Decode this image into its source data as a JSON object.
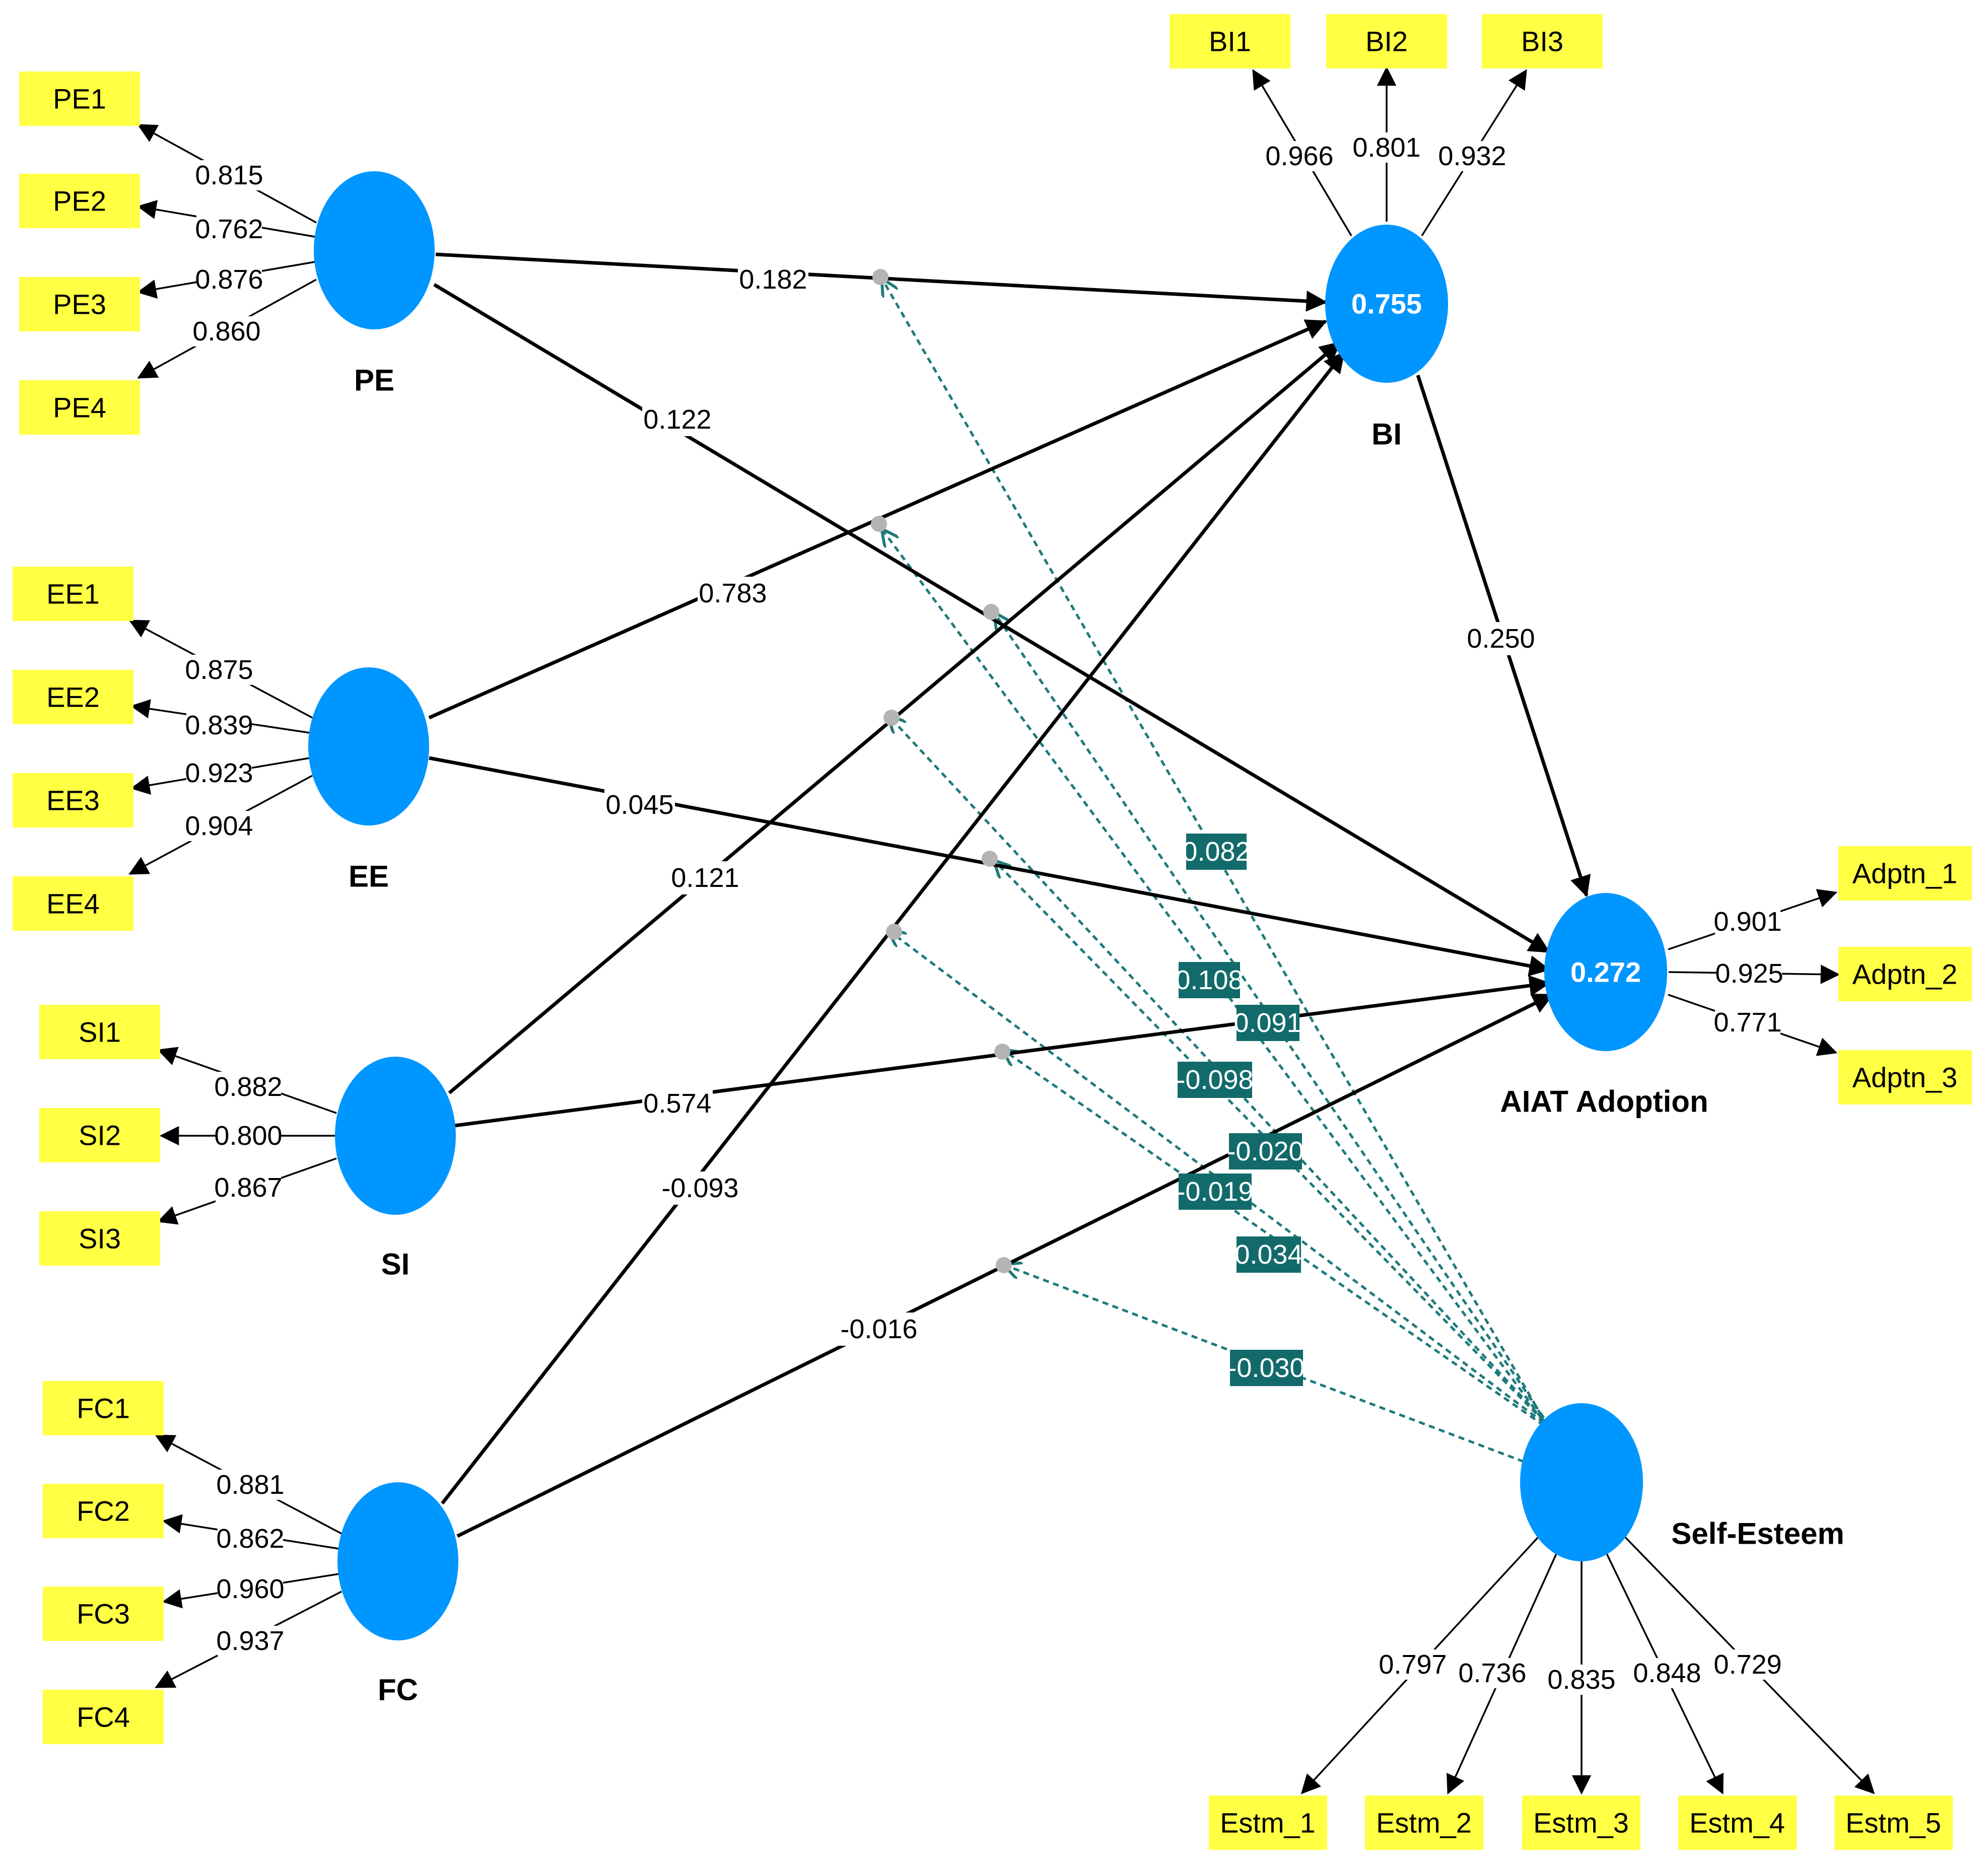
{
  "colors": {
    "latent": "#0096ff",
    "indicator": "#ffff44",
    "moderator_label_bg": "#136a6a",
    "moderator_line": "#1f7a7a"
  },
  "constructs": {
    "PE": {
      "name": "PE",
      "r2": ""
    },
    "EE": {
      "name": "EE",
      "r2": ""
    },
    "SI": {
      "name": "SI",
      "r2": ""
    },
    "FC": {
      "name": "FC",
      "r2": ""
    },
    "BI": {
      "name": "BI",
      "r2": "0.755"
    },
    "AD": {
      "name": "AIAT Adoption",
      "r2": "0.272"
    },
    "SE": {
      "name": "Self-Esteem",
      "r2": ""
    }
  },
  "indicators": {
    "PE": [
      {
        "label": "PE1",
        "loading": "0.815"
      },
      {
        "label": "PE2",
        "loading": "0.762"
      },
      {
        "label": "PE3",
        "loading": "0.876"
      },
      {
        "label": "PE4",
        "loading": "0.860"
      }
    ],
    "EE": [
      {
        "label": "EE1",
        "loading": "0.875"
      },
      {
        "label": "EE2",
        "loading": "0.839"
      },
      {
        "label": "EE3",
        "loading": "0.923"
      },
      {
        "label": "EE4",
        "loading": "0.904"
      }
    ],
    "SI": [
      {
        "label": "SI1",
        "loading": "0.882"
      },
      {
        "label": "SI2",
        "loading": "0.800"
      },
      {
        "label": "SI3",
        "loading": "0.867"
      }
    ],
    "FC": [
      {
        "label": "FC1",
        "loading": "0.881"
      },
      {
        "label": "FC2",
        "loading": "0.862"
      },
      {
        "label": "FC3",
        "loading": "0.960"
      },
      {
        "label": "FC4",
        "loading": "0.937"
      }
    ],
    "BI": [
      {
        "label": "BI1",
        "loading": "0.966"
      },
      {
        "label": "BI2",
        "loading": "0.801"
      },
      {
        "label": "BI3",
        "loading": "0.932"
      }
    ],
    "AD": [
      {
        "label": "Adptn_1",
        "loading": "0.901"
      },
      {
        "label": "Adptn_2",
        "loading": "0.925"
      },
      {
        "label": "Adptn_3",
        "loading": "0.771"
      }
    ],
    "SE": [
      {
        "label": "Estm_1",
        "loading": "0.797"
      },
      {
        "label": "Estm_2",
        "loading": "0.736"
      },
      {
        "label": "Estm_3",
        "loading": "0.835"
      },
      {
        "label": "Estm_4",
        "loading": "0.848"
      },
      {
        "label": "Estm_5",
        "loading": "0.729"
      }
    ]
  },
  "paths": {
    "PE_BI": "0.182",
    "PE_AD": "0.122",
    "EE_BI": "0.783",
    "EE_AD": "0.045",
    "SI_BI": "0.121",
    "SI_AD": "0.574",
    "FC_BI": "-0.093",
    "FC_AD": "-0.016",
    "BI_AD": "0.250"
  },
  "moderations": {
    "m1": "0.082",
    "m2": "0.108",
    "m3": "0.091",
    "m4": "-0.098",
    "m5": "-0.020",
    "m6": "-0.019",
    "m7": "0.034",
    "m8": "-0.030"
  }
}
